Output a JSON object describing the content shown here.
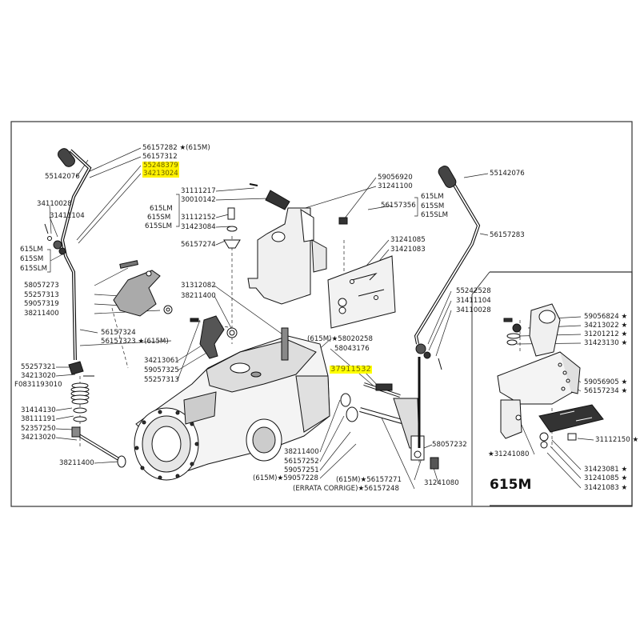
{
  "diagram": {
    "labels": [
      {
        "id": "l1",
        "text": "56157282 ★(615M)"
      },
      {
        "id": "l2",
        "text": "56157312"
      },
      {
        "id": "l3",
        "text": "55248379",
        "highlight": true
      },
      {
        "id": "l4",
        "text": "34213024",
        "highlight": true
      },
      {
        "id": "l5",
        "text": "55142076"
      },
      {
        "id": "l6",
        "text": "34110028"
      },
      {
        "id": "l7",
        "text": "31411104"
      },
      {
        "id": "l8",
        "text": "615LM"
      },
      {
        "id": "l9",
        "text": "615SM"
      },
      {
        "id": "l10",
        "text": "615SLM"
      },
      {
        "id": "l11",
        "text": "58057273"
      },
      {
        "id": "l12",
        "text": "55257313"
      },
      {
        "id": "l13",
        "text": "59057319"
      },
      {
        "id": "l14",
        "text": "38211400"
      },
      {
        "id": "l15",
        "text": "56157324"
      },
      {
        "id": "l16",
        "text": "56157323 ★(615M)"
      },
      {
        "id": "l17",
        "text": "55257321"
      },
      {
        "id": "l18",
        "text": "34213020"
      },
      {
        "id": "l19",
        "text": "F0831193010"
      },
      {
        "id": "l20",
        "text": "31414130"
      },
      {
        "id": "l21",
        "text": "38111191"
      },
      {
        "id": "l22",
        "text": "52357250"
      },
      {
        "id": "l23",
        "text": "34213020"
      },
      {
        "id": "l24",
        "text": "38211400"
      },
      {
        "id": "l25",
        "text": "31111217"
      },
      {
        "id": "l26",
        "text": "30010142"
      },
      {
        "id": "l27",
        "text": "615LM"
      },
      {
        "id": "l28",
        "text": "615SM"
      },
      {
        "id": "l29",
        "text": "615SLM"
      },
      {
        "id": "l30",
        "text": "31112152"
      },
      {
        "id": "l31",
        "text": "31423084"
      },
      {
        "id": "l32",
        "text": "56157274"
      },
      {
        "id": "l33",
        "text": "59056920"
      },
      {
        "id": "l34",
        "text": "31241100"
      },
      {
        "id": "l35",
        "text": "56157356"
      },
      {
        "id": "l36",
        "text": "615LM"
      },
      {
        "id": "l37",
        "text": "615SM"
      },
      {
        "id": "l38",
        "text": "615SLM"
      },
      {
        "id": "l39",
        "text": "31241085"
      },
      {
        "id": "l40",
        "text": "31421083"
      },
      {
        "id": "l41",
        "text": "55142076"
      },
      {
        "id": "l42",
        "text": "56157283"
      },
      {
        "id": "l43",
        "text": "31312082"
      },
      {
        "id": "l44",
        "text": "38211400"
      },
      {
        "id": "l45",
        "text": "34213061"
      },
      {
        "id": "l46",
        "text": "59057325"
      },
      {
        "id": "l47",
        "text": "55257313"
      },
      {
        "id": "l48",
        "text": "(615M)★58020258"
      },
      {
        "id": "l49",
        "text": "58043176"
      },
      {
        "id": "l50",
        "text": "37911532",
        "highlight": true,
        "big": true
      },
      {
        "id": "l51",
        "text": "55242528"
      },
      {
        "id": "l52",
        "text": "31411104"
      },
      {
        "id": "l53",
        "text": "34110028"
      },
      {
        "id": "l54",
        "text": "59056824 ★"
      },
      {
        "id": "l55",
        "text": "34213022 ★"
      },
      {
        "id": "l56",
        "text": "31201212 ★"
      },
      {
        "id": "l57",
        "text": "31423130 ★"
      },
      {
        "id": "l58",
        "text": "59056905 ★"
      },
      {
        "id": "l59",
        "text": "56157234 ★"
      },
      {
        "id": "l60",
        "text": "31112150 ★"
      },
      {
        "id": "l61",
        "text": "★31241080"
      },
      {
        "id": "l62",
        "text": "31423081 ★"
      },
      {
        "id": "l63",
        "text": "31241085 ★"
      },
      {
        "id": "l64",
        "text": "31421083 ★"
      },
      {
        "id": "l65",
        "text": "38211400"
      },
      {
        "id": "l66",
        "text": "56157252"
      },
      {
        "id": "l67",
        "text": "59057251"
      },
      {
        "id": "l68",
        "text": "(615M)★59057228"
      },
      {
        "id": "l69",
        "text": "(615M)★56157271"
      },
      {
        "id": "l70",
        "text": "(ERRATA CORRIGE)★56157248"
      },
      {
        "id": "l71",
        "text": "58057232"
      },
      {
        "id": "l72",
        "text": "31241080"
      }
    ],
    "inset_title": "615M"
  }
}
